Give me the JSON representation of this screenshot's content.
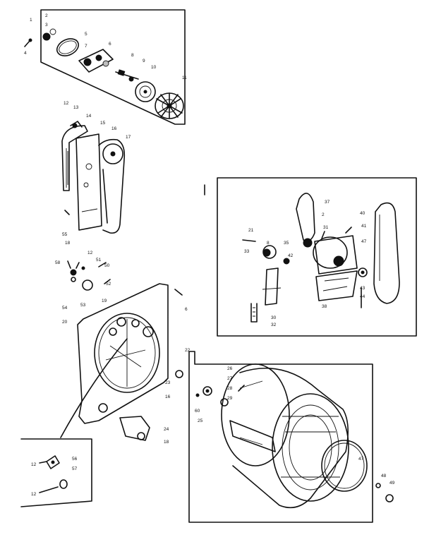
{
  "colors": {
    "ink": "#111111",
    "paper": "#ffffff",
    "shade": "#bdbdbd"
  },
  "groups": {
    "blower": {
      "label": "blower-assembly-group",
      "callouts": [
        "1",
        "2",
        "3",
        "4",
        "5",
        "6",
        "7",
        "8",
        "9",
        "10",
        "11"
      ]
    },
    "idler": {
      "label": "idler-and-drum-belt-group",
      "callouts": [
        "12",
        "13",
        "14",
        "15",
        "16",
        "17"
      ]
    },
    "motor": {
      "label": "motor-assembly-inset",
      "callouts": [
        "37",
        "40",
        "2",
        "31",
        "41",
        "21",
        "35",
        "33",
        "42",
        "8",
        "47",
        "43",
        "44",
        "38",
        "30",
        "32"
      ]
    },
    "bulkhead": {
      "label": "rear-bulkhead-group",
      "callouts": [
        "55",
        "18",
        "58",
        "12",
        "51",
        "50",
        "52",
        "53",
        "54",
        "20",
        "19",
        "6",
        "23",
        "16",
        "24",
        "18"
      ]
    },
    "drum": {
      "label": "drum-assembly-group",
      "callouts": [
        "22",
        "26",
        "27",
        "28",
        "29",
        "60",
        "25",
        "47",
        "48",
        "49"
      ]
    },
    "switch_inset": {
      "label": "switch-inset",
      "callouts": [
        "12",
        "56",
        "57",
        "12"
      ]
    }
  }
}
